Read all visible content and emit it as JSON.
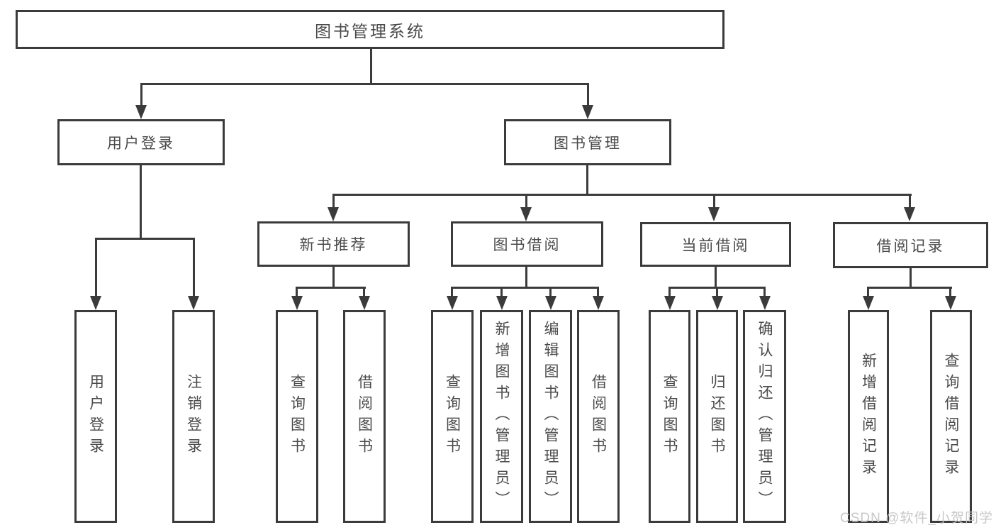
{
  "diagram": {
    "root": {
      "label": "图书管理系统"
    },
    "level2": [
      {
        "label": "用户登录"
      },
      {
        "label": "图书管理"
      }
    ],
    "level3": [
      {
        "label": "新书推荐"
      },
      {
        "label": "图书借阅"
      },
      {
        "label": "当前借阅"
      },
      {
        "label": "借阅记录"
      }
    ],
    "leaves": {
      "user_login": [
        {
          "label": "用户登录"
        },
        {
          "label": "注销登录"
        }
      ],
      "new_book": [
        {
          "label": "查询图书"
        },
        {
          "label": "借阅图书"
        }
      ],
      "book_borrow": [
        {
          "label": "查询图书"
        },
        {
          "label": "新增图书（管理员）"
        },
        {
          "label": "编辑图书（管理员）"
        },
        {
          "label": "借阅图书"
        }
      ],
      "current_borrow": [
        {
          "label": "查询图书"
        },
        {
          "label": "归还图书"
        },
        {
          "label": "确认归还（管理员）"
        }
      ],
      "borrow_record": [
        {
          "label": "新增借阅记录"
        },
        {
          "label": "查询借阅记录"
        }
      ]
    },
    "watermark": "CSDN @软件_小贺同学",
    "colors": {
      "line": "#3b3b3b",
      "text": "#4a4a4a",
      "watermark": "#c6c6c6",
      "background": "#ffffff"
    }
  }
}
